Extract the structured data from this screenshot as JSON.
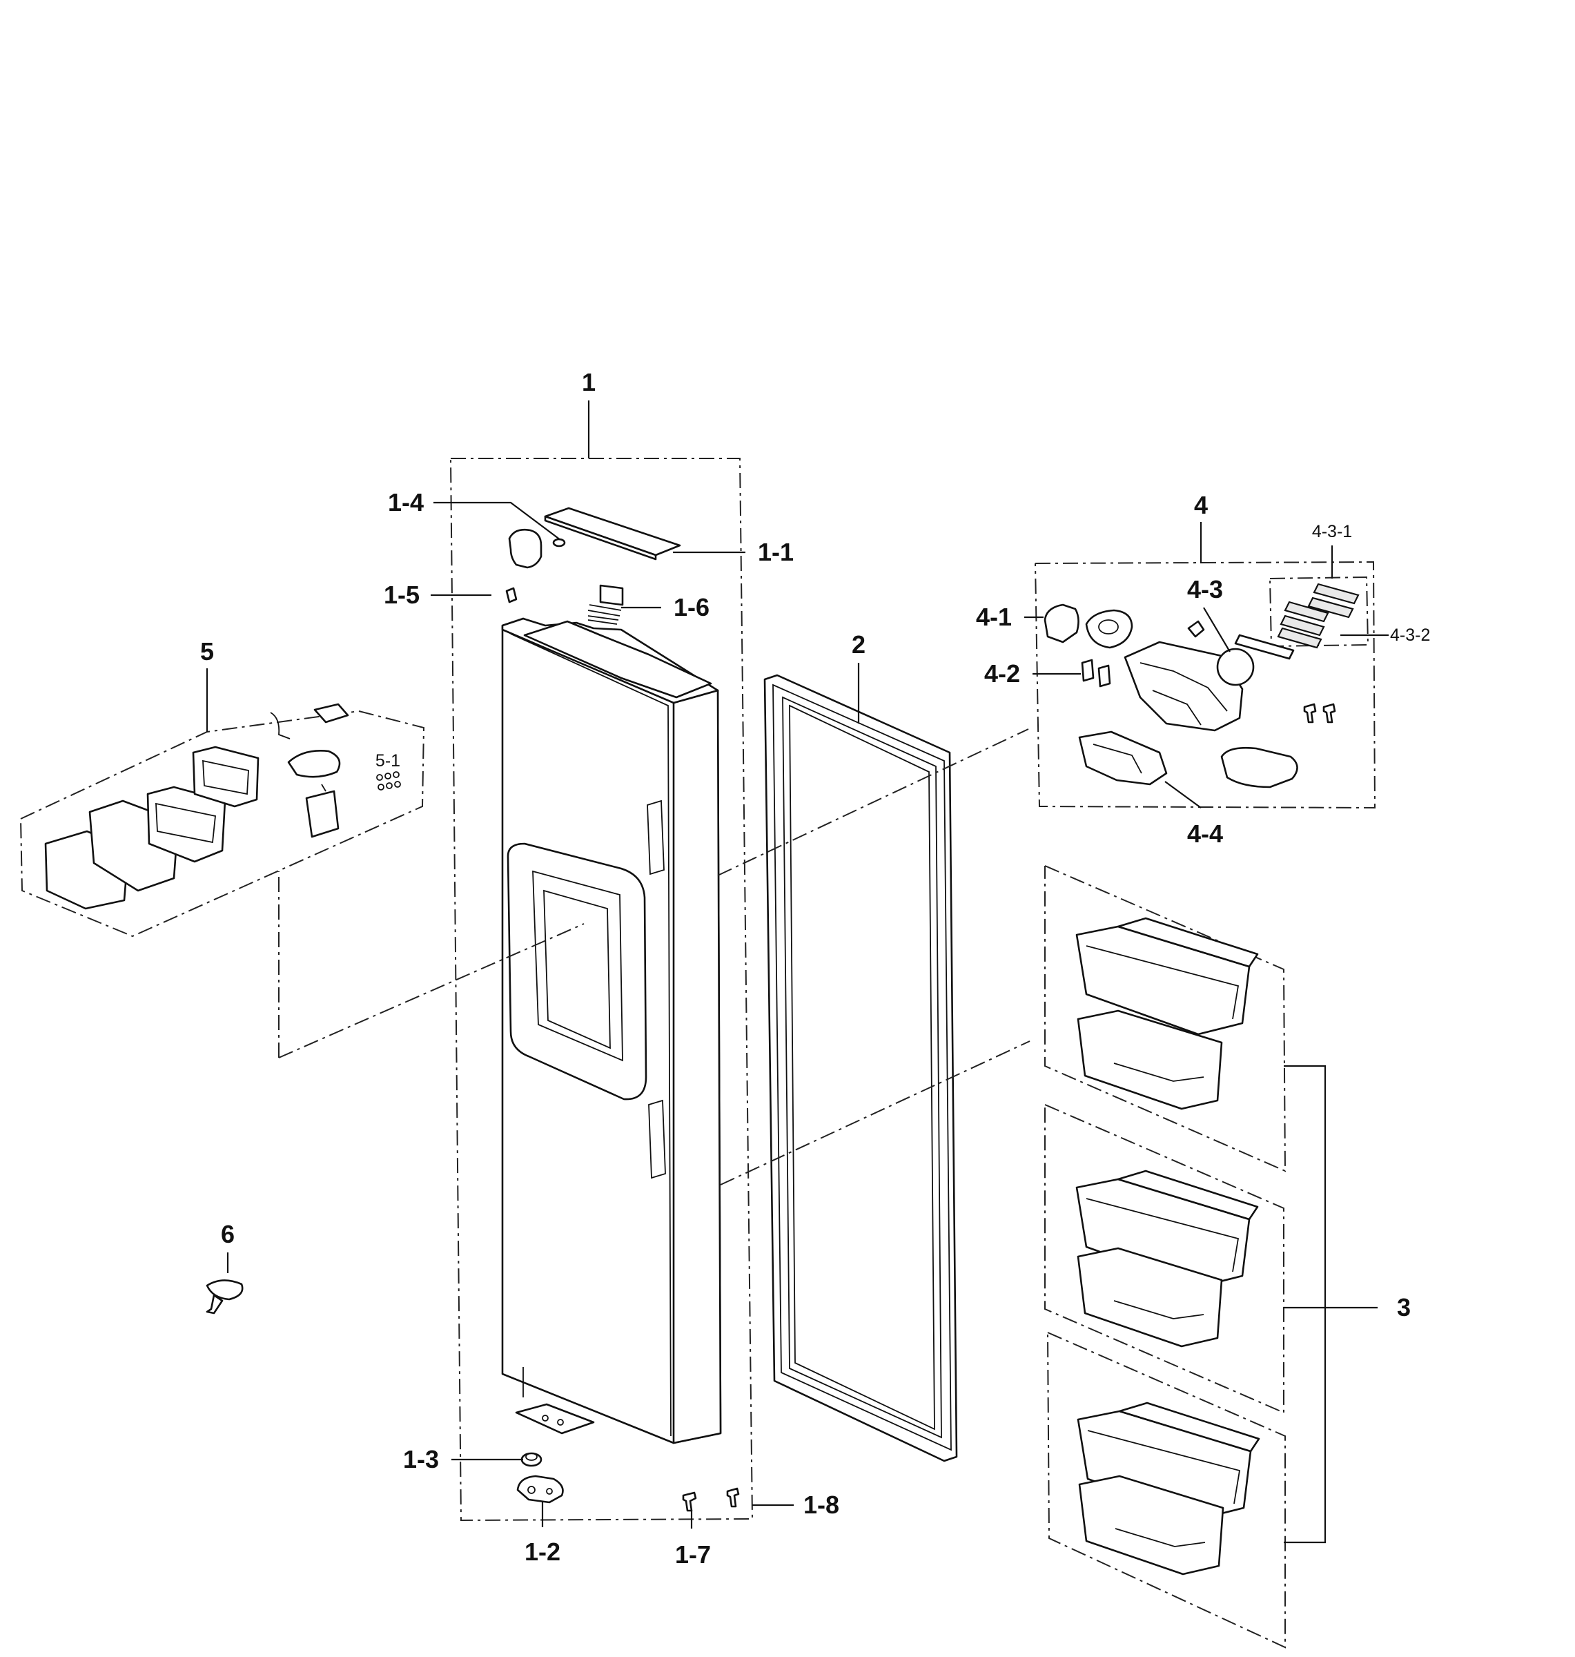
{
  "labels": {
    "l1": "1",
    "l1_1": "1-1",
    "l1_2": "1-2",
    "l1_3": "1-3",
    "l1_4": "1-4",
    "l1_5": "1-5",
    "l1_6": "1-6",
    "l1_7": "1-7",
    "l1_8": "1-8",
    "l2": "2",
    "l3": "3",
    "l4": "4",
    "l4_1": "4-1",
    "l4_2": "4-2",
    "l4_3": "4-3",
    "l4_3_1": "4-3-1",
    "l4_3_2": "4-3-2",
    "l4_4": "4-4",
    "l5": "5",
    "l5_1": "5-1",
    "l6": "6"
  }
}
